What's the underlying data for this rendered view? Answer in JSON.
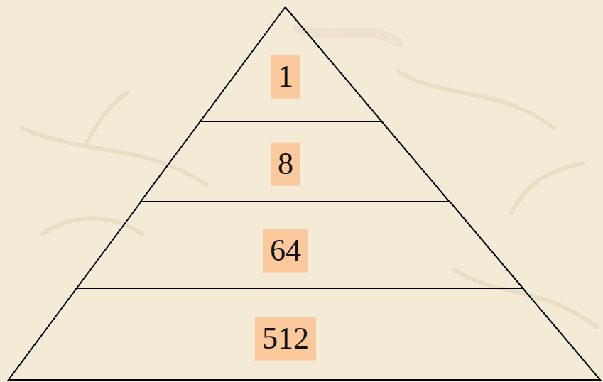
{
  "diagram": {
    "nodes": [
      {
        "text": [
          "1"
        ]
      },
      {
        "text": [
          "8"
        ]
      },
      {
        "text": [
          "64"
        ]
      },
      {
        "text": [
          "512"
        ]
      }
    ]
  }
}
